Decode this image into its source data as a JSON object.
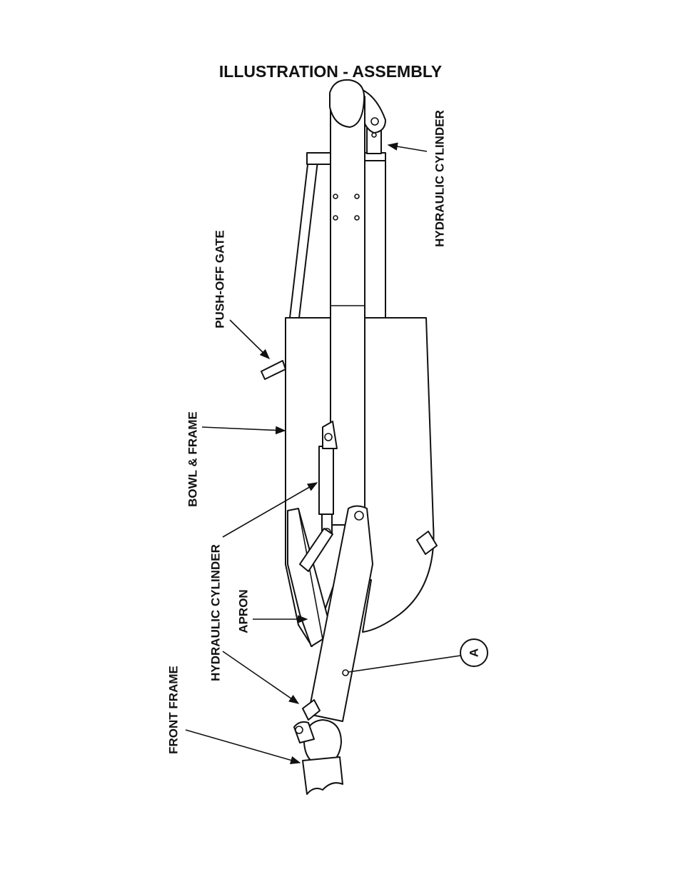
{
  "title": "ILLUSTRATION - ASSEMBLY",
  "labels": {
    "hydraulic_cylinder_top": "HYDRAULIC CYLINDER",
    "push_off_gate": "PUSH-OFF GATE",
    "bowl_and_frame": "BOWL & FRAME",
    "hydraulic_cylinder_mid": "HYDRAULIC CYLINDER",
    "apron": "APRON",
    "hydraulic_cylinder_low": "HYDRAULIC CYLINDER",
    "front_frame": "FRONT FRAME",
    "callout_a": "A"
  },
  "colors": {
    "ink": "#111111",
    "paper": "#ffffff"
  }
}
